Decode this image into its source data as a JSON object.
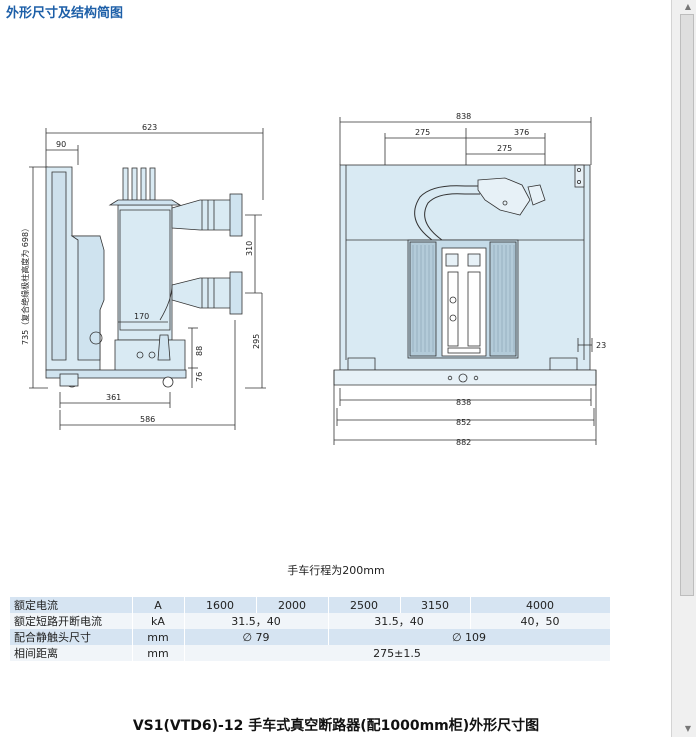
{
  "page": {
    "heading": "外形尺寸及结构简图",
    "caption": "手车行程为200mm",
    "footer_title": "VS1(VTD6)-12 手车式真空断路器(配1000mm柜)外形尺寸图"
  },
  "side_view_dims": {
    "top_width": "623",
    "offset": "90",
    "height_note": "735（复合绝缘极柱高度为 698）",
    "phase_spacing": "310",
    "lower_height": "295",
    "inner_width": "170",
    "h88": "88",
    "h76": "76",
    "base_width": "361",
    "total_depth": "586"
  },
  "front_view_dims": {
    "top_width": "838",
    "left_span": "275",
    "right_span": "376",
    "center_span": "275",
    "bottom_838": "838",
    "bottom_852": "852",
    "bottom_882": "882",
    "side_23": "23"
  },
  "specs_table": {
    "rows": [
      [
        "额定电流",
        "A",
        "1600",
        "2000",
        "2500",
        "3150",
        "4000"
      ],
      [
        "额定短路开断电流",
        "kA",
        "31.5，40",
        "31.5，40",
        "40，50"
      ],
      [
        "配合静触头尺寸",
        "mm",
        "∅ 79",
        "∅ 109"
      ],
      [
        "相间距离",
        "mm",
        "275±1.5"
      ]
    ]
  },
  "colors": {
    "heading": "#1d5fa8",
    "body_fill": "#d9eaf3",
    "line": "#333333",
    "table_band": "#d6e4f2"
  }
}
